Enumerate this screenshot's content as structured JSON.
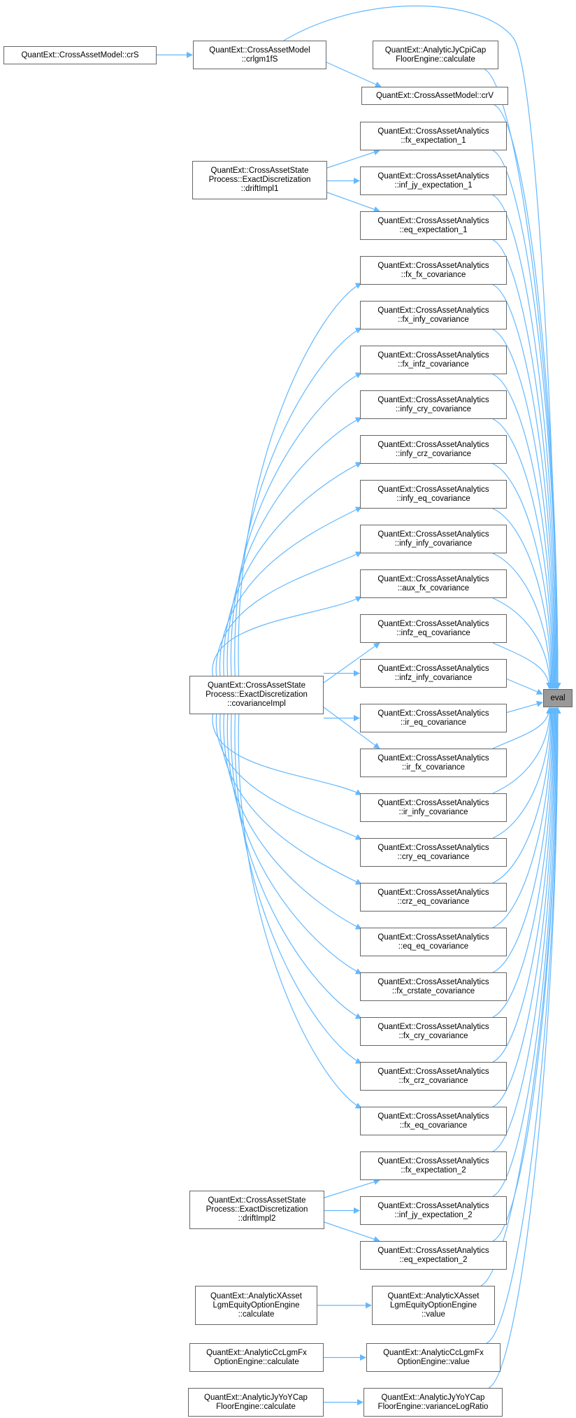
{
  "title": "eval",
  "colors": {
    "edge": "#63b8ff",
    "node_border": "#666666",
    "focus_fill": "#999999"
  },
  "nodes": [
    {
      "id": "crS",
      "lines": [
        "QuantExt::CrossAssetModel::crS"
      ]
    },
    {
      "id": "crlgm1fS",
      "lines": [
        "QuantExt::CrossAssetModel",
        "::crlgm1fS"
      ]
    },
    {
      "id": "jycpi_calc",
      "lines": [
        "QuantExt::AnalyticJyCpiCap",
        "FloorEngine::calculate"
      ]
    },
    {
      "id": "crV",
      "lines": [
        "QuantExt::CrossAssetModel::crV"
      ]
    },
    {
      "id": "driftImpl1",
      "lines": [
        "QuantExt::CrossAssetState",
        "Process::ExactDiscretization",
        "::driftImpl1"
      ]
    },
    {
      "id": "fx_expectation_1",
      "lines": [
        "QuantExt::CrossAssetAnalytics",
        "::fx_expectation_1"
      ]
    },
    {
      "id": "inf_jy_expectation_1",
      "lines": [
        "QuantExt::CrossAssetAnalytics",
        "::inf_jy_expectation_1"
      ]
    },
    {
      "id": "eq_expectation_1",
      "lines": [
        "QuantExt::CrossAssetAnalytics",
        "::eq_expectation_1"
      ]
    },
    {
      "id": "fx_fx_covariance",
      "lines": [
        "QuantExt::CrossAssetAnalytics",
        "::fx_fx_covariance"
      ]
    },
    {
      "id": "fx_infy_covariance",
      "lines": [
        "QuantExt::CrossAssetAnalytics",
        "::fx_infy_covariance"
      ]
    },
    {
      "id": "fx_infz_covariance",
      "lines": [
        "QuantExt::CrossAssetAnalytics",
        "::fx_infz_covariance"
      ]
    },
    {
      "id": "infy_cry_covariance",
      "lines": [
        "QuantExt::CrossAssetAnalytics",
        "::infy_cry_covariance"
      ]
    },
    {
      "id": "infy_crz_covariance",
      "lines": [
        "QuantExt::CrossAssetAnalytics",
        "::infy_crz_covariance"
      ]
    },
    {
      "id": "infy_eq_covariance",
      "lines": [
        "QuantExt::CrossAssetAnalytics",
        "::infy_eq_covariance"
      ]
    },
    {
      "id": "infy_infy_covariance",
      "lines": [
        "QuantExt::CrossAssetAnalytics",
        "::infy_infy_covariance"
      ]
    },
    {
      "id": "aux_fx_covariance",
      "lines": [
        "QuantExt::CrossAssetAnalytics",
        "::aux_fx_covariance"
      ]
    },
    {
      "id": "infz_eq_covariance",
      "lines": [
        "QuantExt::CrossAssetAnalytics",
        "::infz_eq_covariance"
      ]
    },
    {
      "id": "infz_infy_covariance",
      "lines": [
        "QuantExt::CrossAssetAnalytics",
        "::infz_infy_covariance"
      ]
    },
    {
      "id": "ir_eq_covariance",
      "lines": [
        "QuantExt::CrossAssetAnalytics",
        "::ir_eq_covariance"
      ]
    },
    {
      "id": "ir_fx_covariance",
      "lines": [
        "QuantExt::CrossAssetAnalytics",
        "::ir_fx_covariance"
      ]
    },
    {
      "id": "ir_infy_covariance",
      "lines": [
        "QuantExt::CrossAssetAnalytics",
        "::ir_infy_covariance"
      ]
    },
    {
      "id": "cry_eq_covariance",
      "lines": [
        "QuantExt::CrossAssetAnalytics",
        "::cry_eq_covariance"
      ]
    },
    {
      "id": "crz_eq_covariance",
      "lines": [
        "QuantExt::CrossAssetAnalytics",
        "::crz_eq_covariance"
      ]
    },
    {
      "id": "eq_eq_covariance",
      "lines": [
        "QuantExt::CrossAssetAnalytics",
        "::eq_eq_covariance"
      ]
    },
    {
      "id": "fx_crstate_covariance",
      "lines": [
        "QuantExt::CrossAssetAnalytics",
        "::fx_crstate_covariance"
      ]
    },
    {
      "id": "fx_cry_covariance",
      "lines": [
        "QuantExt::CrossAssetAnalytics",
        "::fx_cry_covariance"
      ]
    },
    {
      "id": "fx_crz_covariance",
      "lines": [
        "QuantExt::CrossAssetAnalytics",
        "::fx_crz_covariance"
      ]
    },
    {
      "id": "fx_eq_covariance",
      "lines": [
        "QuantExt::CrossAssetAnalytics",
        "::fx_eq_covariance"
      ]
    },
    {
      "id": "fx_expectation_2",
      "lines": [
        "QuantExt::CrossAssetAnalytics",
        "::fx_expectation_2"
      ]
    },
    {
      "id": "inf_jy_expectation_2",
      "lines": [
        "QuantExt::CrossAssetAnalytics",
        "::inf_jy_expectation_2"
      ]
    },
    {
      "id": "eq_expectation_2",
      "lines": [
        "QuantExt::CrossAssetAnalytics",
        "::eq_expectation_2"
      ]
    },
    {
      "id": "covarianceImpl",
      "lines": [
        "QuantExt::CrossAssetState",
        "Process::ExactDiscretization",
        "::covarianceImpl"
      ]
    },
    {
      "id": "driftImpl2",
      "lines": [
        "QuantExt::CrossAssetState",
        "Process::ExactDiscretization",
        "::driftImpl2"
      ]
    },
    {
      "id": "xasset_calc",
      "lines": [
        "QuantExt::AnalyticXAsset",
        "LgmEquityOptionEngine",
        "::calculate"
      ]
    },
    {
      "id": "xasset_value",
      "lines": [
        "QuantExt::AnalyticXAsset",
        "LgmEquityOptionEngine",
        "::value"
      ]
    },
    {
      "id": "cclgmfx_calc",
      "lines": [
        "QuantExt::AnalyticCcLgmFx",
        "OptionEngine::calculate"
      ]
    },
    {
      "id": "cclgmfx_value",
      "lines": [
        "QuantExt::AnalyticCcLgmFx",
        "OptionEngine::value"
      ]
    },
    {
      "id": "jyyoy_calc",
      "lines": [
        "QuantExt::AnalyticJyYoYCap",
        "FloorEngine::calculate"
      ]
    },
    {
      "id": "jyyoy_varlogratio",
      "lines": [
        "QuantExt::AnalyticJyYoYCap",
        "FloorEngine::varianceLogRatio"
      ]
    },
    {
      "id": "eval",
      "lines": [
        "eval"
      ],
      "focus": true
    }
  ],
  "edges": [
    [
      "crS",
      "crlgm1fS"
    ],
    [
      "crlgm1fS",
      "crV"
    ],
    [
      "crlgm1fS",
      "eval"
    ],
    [
      "driftImpl1",
      "fx_expectation_1"
    ],
    [
      "driftImpl1",
      "inf_jy_expectation_1"
    ],
    [
      "driftImpl1",
      "eq_expectation_1"
    ],
    [
      "covarianceImpl",
      "fx_fx_covariance"
    ],
    [
      "covarianceImpl",
      "fx_infy_covariance"
    ],
    [
      "covarianceImpl",
      "fx_infz_covariance"
    ],
    [
      "covarianceImpl",
      "infy_cry_covariance"
    ],
    [
      "covarianceImpl",
      "infy_crz_covariance"
    ],
    [
      "covarianceImpl",
      "infy_eq_covariance"
    ],
    [
      "covarianceImpl",
      "infy_infy_covariance"
    ],
    [
      "covarianceImpl",
      "aux_fx_covariance"
    ],
    [
      "covarianceImpl",
      "infz_eq_covariance"
    ],
    [
      "covarianceImpl",
      "infz_infy_covariance"
    ],
    [
      "covarianceImpl",
      "ir_eq_covariance"
    ],
    [
      "covarianceImpl",
      "ir_fx_covariance"
    ],
    [
      "covarianceImpl",
      "ir_infy_covariance"
    ],
    [
      "covarianceImpl",
      "cry_eq_covariance"
    ],
    [
      "covarianceImpl",
      "crz_eq_covariance"
    ],
    [
      "covarianceImpl",
      "eq_eq_covariance"
    ],
    [
      "covarianceImpl",
      "fx_crstate_covariance"
    ],
    [
      "covarianceImpl",
      "fx_cry_covariance"
    ],
    [
      "covarianceImpl",
      "fx_crz_covariance"
    ],
    [
      "covarianceImpl",
      "fx_eq_covariance"
    ],
    [
      "driftImpl2",
      "fx_expectation_2"
    ],
    [
      "driftImpl2",
      "inf_jy_expectation_2"
    ],
    [
      "driftImpl2",
      "eq_expectation_2"
    ],
    [
      "xasset_calc",
      "xasset_value"
    ],
    [
      "cclgmfx_calc",
      "cclgmfx_value"
    ],
    [
      "jyyoy_calc",
      "jyyoy_varlogratio"
    ],
    [
      "jycpi_calc",
      "eval"
    ],
    [
      "crV",
      "eval"
    ],
    [
      "fx_expectation_1",
      "eval"
    ],
    [
      "inf_jy_expectation_1",
      "eval"
    ],
    [
      "eq_expectation_1",
      "eval"
    ],
    [
      "fx_fx_covariance",
      "eval"
    ],
    [
      "fx_infy_covariance",
      "eval"
    ],
    [
      "fx_infz_covariance",
      "eval"
    ],
    [
      "infy_cry_covariance",
      "eval"
    ],
    [
      "infy_crz_covariance",
      "eval"
    ],
    [
      "infy_eq_covariance",
      "eval"
    ],
    [
      "infy_infy_covariance",
      "eval"
    ],
    [
      "aux_fx_covariance",
      "eval"
    ],
    [
      "infz_eq_covariance",
      "eval"
    ],
    [
      "infz_infy_covariance",
      "eval"
    ],
    [
      "ir_eq_covariance",
      "eval"
    ],
    [
      "ir_fx_covariance",
      "eval"
    ],
    [
      "ir_infy_covariance",
      "eval"
    ],
    [
      "cry_eq_covariance",
      "eval"
    ],
    [
      "crz_eq_covariance",
      "eval"
    ],
    [
      "eq_eq_covariance",
      "eval"
    ],
    [
      "fx_crstate_covariance",
      "eval"
    ],
    [
      "fx_cry_covariance",
      "eval"
    ],
    [
      "fx_crz_covariance",
      "eval"
    ],
    [
      "fx_eq_covariance",
      "eval"
    ],
    [
      "fx_expectation_2",
      "eval"
    ],
    [
      "inf_jy_expectation_2",
      "eval"
    ],
    [
      "eq_expectation_2",
      "eval"
    ],
    [
      "xasset_value",
      "eval"
    ],
    [
      "cclgmfx_value",
      "eval"
    ],
    [
      "jyyoy_varlogratio",
      "eval"
    ]
  ]
}
